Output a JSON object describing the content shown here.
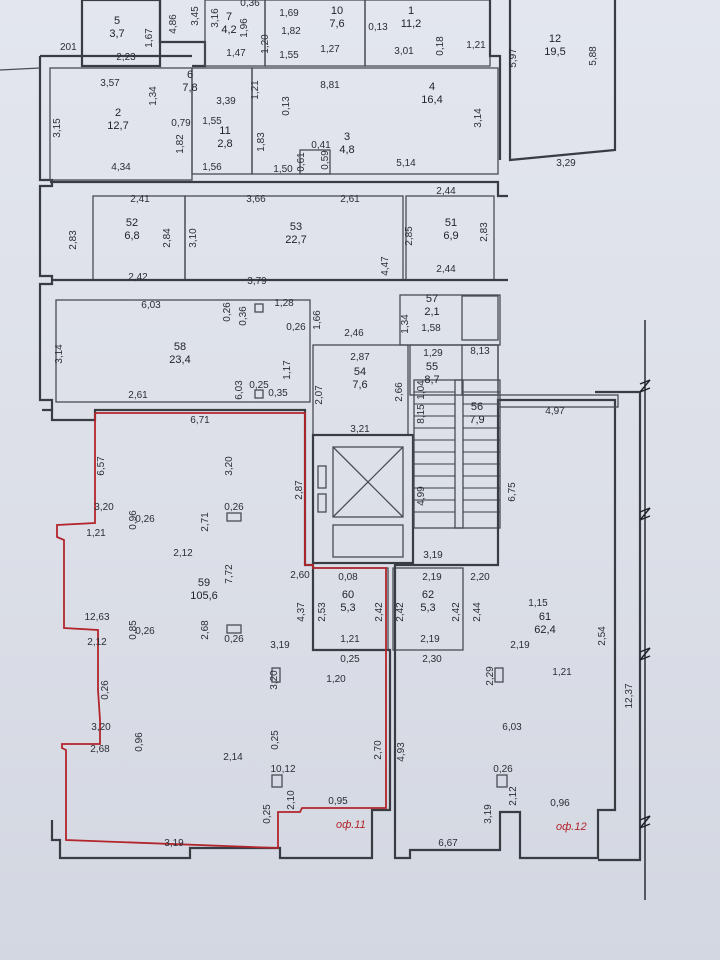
{
  "rooms": [
    {
      "id": "r1",
      "num": "1",
      "area": "11,2"
    },
    {
      "id": "r2",
      "num": "2",
      "area": "12,7"
    },
    {
      "id": "r3",
      "num": "3",
      "area": "4,8"
    },
    {
      "id": "r4",
      "num": "4",
      "area": "16,4"
    },
    {
      "id": "r5",
      "num": "5",
      "area": "3,7"
    },
    {
      "id": "r6",
      "num": "6",
      "area": "7,8"
    },
    {
      "id": "r7",
      "num": "7",
      "area": "4,2"
    },
    {
      "id": "r10",
      "num": "10",
      "area": "7,6"
    },
    {
      "id": "r11",
      "num": "11",
      "area": "2,8"
    },
    {
      "id": "r12",
      "num": "12",
      "area": "19,5"
    },
    {
      "id": "r51",
      "num": "51",
      "area": "6,9"
    },
    {
      "id": "r52",
      "num": "52",
      "area": "6,8"
    },
    {
      "id": "r53",
      "num": "53",
      "area": "22,7"
    },
    {
      "id": "r54",
      "num": "54",
      "area": "7,6"
    },
    {
      "id": "r55",
      "num": "55",
      "area": "8,7"
    },
    {
      "id": "r56",
      "num": "56",
      "area": "7,9"
    },
    {
      "id": "r57",
      "num": "57",
      "area": "2,1"
    },
    {
      "id": "r58",
      "num": "58",
      "area": "23,4"
    },
    {
      "id": "r59",
      "num": "59",
      "area": "105,6"
    },
    {
      "id": "r60",
      "num": "60",
      "area": "5,3"
    },
    {
      "id": "r61",
      "num": "61",
      "area": "62,4"
    },
    {
      "id": "r62",
      "num": "62",
      "area": "5,3"
    }
  ],
  "dims": [
    "3,16",
    "0,36",
    "1,69",
    "0,13",
    "1,96",
    "1,82",
    "4,86",
    "1,67",
    "2,23",
    "1,47",
    "1,20",
    "1,55",
    "1,27",
    "3,01",
    "0,18",
    "1,21",
    "5,97",
    "5,88",
    "3,45",
    "3,57",
    "1,34",
    "3,39",
    "1,21",
    "8,81",
    "3,15",
    "0,79",
    "1,82",
    "1,55",
    "1,83",
    "0,13",
    "3,14",
    "0,41",
    "0,61",
    "0,59",
    "1,56",
    "1,50",
    "4,34",
    "5,14",
    "3,29",
    "2,41",
    "3,66",
    "2,61",
    "2,44",
    "2,83",
    "2,84",
    "3,10",
    "2,85",
    "2,83",
    "4,47",
    "2,42",
    "3,79",
    "2,44",
    "6,03",
    "0,26",
    "0,36",
    "1,28",
    "1,66",
    "0,26",
    "1,34",
    "1,58",
    "3,14",
    "2,46",
    "2,87",
    "1,29",
    "8,13",
    "1,17",
    "2,07",
    "2,66",
    "2,61",
    "6,03",
    "0,25",
    "0,35",
    "1,04",
    "8,15",
    "6,71",
    "6,57",
    "3,20",
    "3,21",
    "2,87",
    "4,99",
    "6,75",
    "4,97",
    "3,20",
    "0,96",
    "0,26",
    "2,71",
    "0,26",
    "1,21",
    "2,12",
    "7,72",
    "3,19",
    "2,60",
    "0,08",
    "2,19",
    "2,20",
    "1,15",
    "4,37",
    "2,53",
    "2,42",
    "2,42",
    "2,42",
    "2,44",
    "2,54",
    "12,37",
    "12,63",
    "2,12",
    "0,85",
    "0,26",
    "2,68",
    "0,26",
    "1,21",
    "2,19",
    "2,19",
    "0,26",
    "3,19",
    "0,25",
    "2,30",
    "2,29",
    "1,21",
    "3,20",
    "1,20",
    "3,20",
    "0,96",
    "0,25",
    "2,70",
    "4,93",
    "6,03",
    "2,68",
    "2,14",
    "10,12",
    "0,26",
    "0,25",
    "2,10",
    "0,95",
    "3,19",
    "2,12",
    "0,96",
    "3,19",
    "6,67",
    "3,19"
  ],
  "labels": {
    "level": "201",
    "office11": "оф.11",
    "office12": "оф.12"
  },
  "colors": {
    "wall": "#3a3c44",
    "highlight": "#b3252c",
    "paper": "#e1e4ec"
  }
}
